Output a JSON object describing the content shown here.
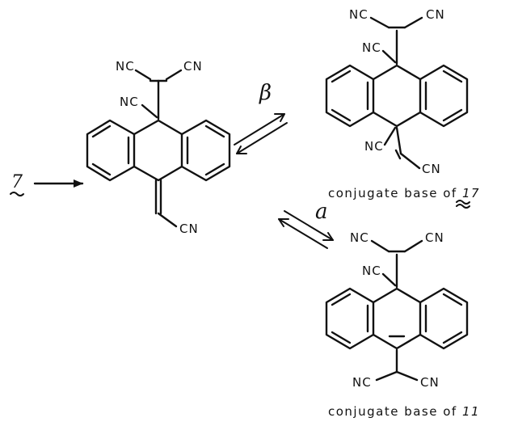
{
  "labels": {
    "nc": "NC",
    "cn": "CN"
  },
  "start_compound": "7",
  "arrow_beta": "β",
  "arrow_alpha": "a",
  "caption_top": "conjugate base of ",
  "caption_top_num": "17",
  "caption_bottom": "conjugate base of ",
  "caption_bottom_num": "11"
}
